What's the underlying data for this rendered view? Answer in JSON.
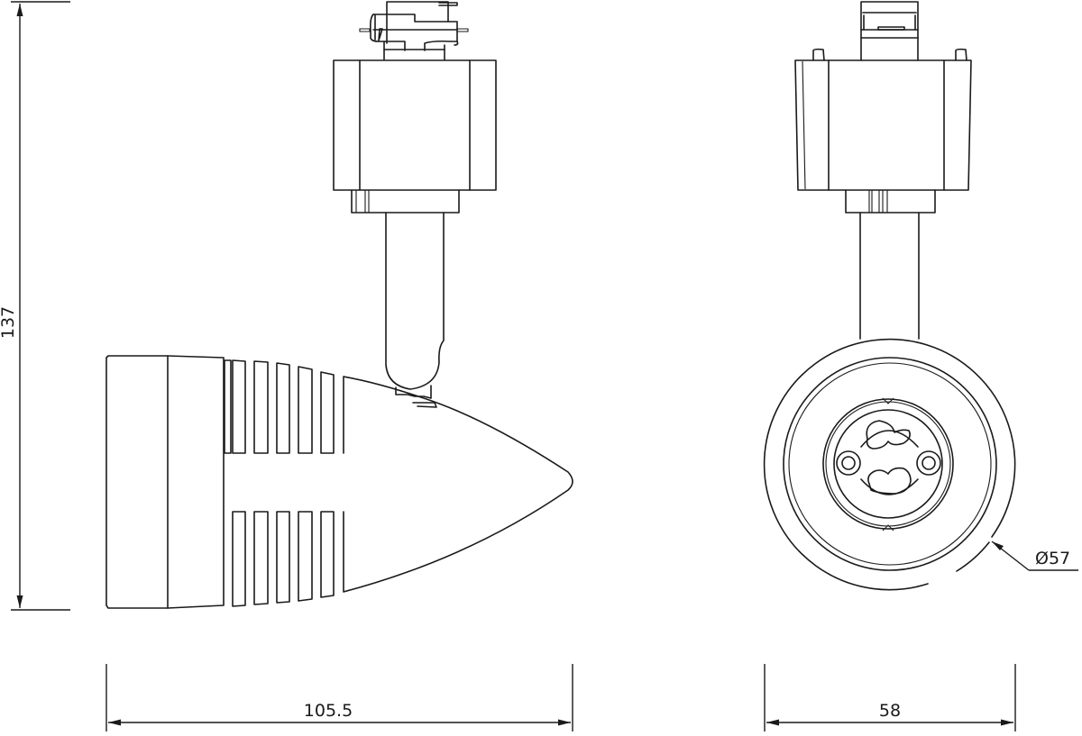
{
  "drawing": {
    "type": "technical dimension drawing",
    "subject": "track spotlight (GU10 socket)",
    "line_color": "#1a1a1a",
    "background": "#ffffff",
    "views": [
      {
        "name": "side view",
        "description": "track adapter, stem and bullet-shaped lamp housing with cooling slots"
      },
      {
        "name": "front view",
        "description": "track adapter, stem and circular lamp housing showing GU10 socket"
      }
    ]
  },
  "dimensions": {
    "height": {
      "label": "137",
      "unit": "mm",
      "orientation": "vertical"
    },
    "side_length": {
      "label": "105.5",
      "unit": "mm",
      "orientation": "horizontal"
    },
    "front_width": {
      "label": "58",
      "unit": "mm",
      "orientation": "horizontal"
    },
    "diameter": {
      "label": "Ø57",
      "unit": "mm",
      "orientation": "leader"
    }
  }
}
